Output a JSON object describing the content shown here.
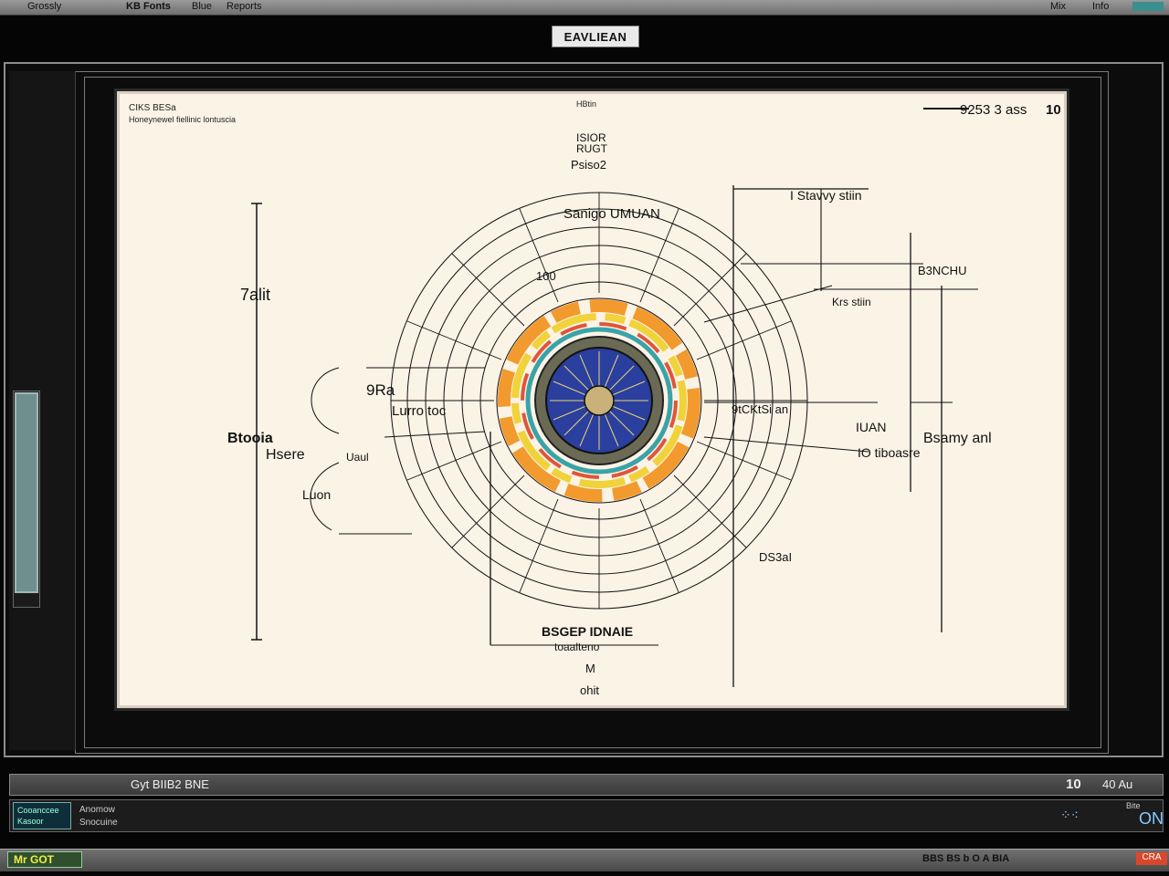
{
  "menu_bar": {
    "items": [
      "Grossly",
      "KB Fonts",
      "Blue",
      "Reports"
    ],
    "right_items": [
      "Mix",
      "Info"
    ]
  },
  "window": {
    "title": "EAVLIEAN"
  },
  "canvas": {
    "top_left_line1": "CIKS  BESa",
    "top_left_line2": "Honeynewel fiellinic lontuscia",
    "top_center": "HBtin",
    "top_right": "9253 3 ass",
    "top_right_mark": "10",
    "diagram_labels": {
      "title_top_1": "ISIOR",
      "title_top_2": "RUGT",
      "title_top_3": "Psiso2",
      "sub_title": "Sanigo UMUAN",
      "left_scale": "7alit",
      "left_label_1": "Btooia",
      "left_label_2": "Hsere",
      "left_label_3": "Luon",
      "left_label_4": "Lurro toc",
      "left_label_5": "Uaul",
      "left_label_6": "9Ra",
      "right_label_1": "I Stavvy stiin",
      "right_label_2": "B3NCHU",
      "right_label_3": "Krs stiin",
      "right_label_4": "9tCKtSi an",
      "right_label_5": "IUAN",
      "right_label_6": "IO tiboasre",
      "right_label_7": "Bsamy anl",
      "bottom_label_1": "BSGEP IDNAIE",
      "bottom_label_2": "toaalteno",
      "bottom_label_3": "M",
      "bottom_label_4": "ohit",
      "center_num": "100",
      "lower_right": "DS3aI"
    },
    "colors": {
      "paper": "#fbf3e6",
      "ink": "#111111",
      "ring_orange": "#f29a2e",
      "ring_blue": "#2a3f9e",
      "ring_yellow": "#f0d23a",
      "ring_red": "#e0553a",
      "ring_teal": "#3aa3a8"
    }
  },
  "status_bar": {
    "left_text": "Gyt  BIIB2 BNE",
    "right_num": "10",
    "right_text": "40 Au"
  },
  "info_bar": {
    "chip_line1": "Cooanccee",
    "chip_line2": "Kasoor",
    "text_line1": "Anomow",
    "text_line2": "Snocuine",
    "right_text": "ON",
    "right_small": "Bite"
  },
  "taskbar": {
    "start_label": "Mr GOT",
    "tray_text": "BBS BS b O A BIA",
    "tray_badge": "CRA"
  }
}
